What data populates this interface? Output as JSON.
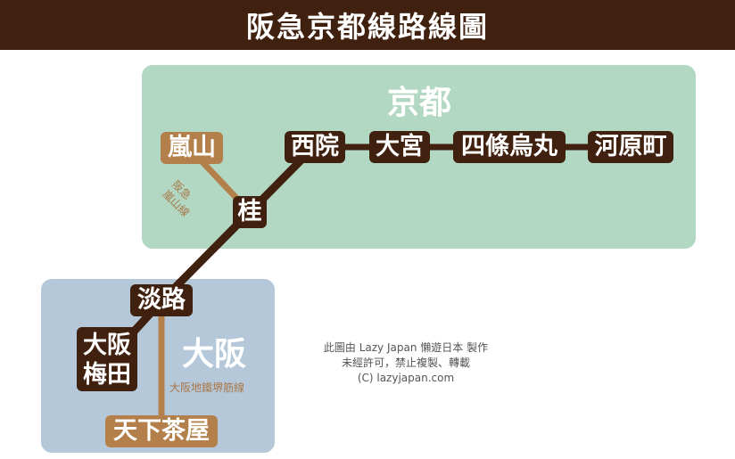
{
  "header": {
    "title": "阪急京都線路線圖"
  },
  "regions": {
    "kyoto": "京都",
    "osaka": "大阪"
  },
  "stations": {
    "arashiyama": "嵐山",
    "saiin": "西院",
    "omiya": "大宮",
    "shijo_karasuma": "四條烏丸",
    "kawaramachi": "河原町",
    "katsura": "桂",
    "awaji": "淡路",
    "umeda_line1": "大阪",
    "umeda_line2": "梅田",
    "tenjinbashisuji": "天下茶屋"
  },
  "line_labels": {
    "arashiyama_line_1": "阪急",
    "arashiyama_line_2": "嵐山線",
    "sakaisuji_line": "大阪地鐵堺筋線"
  },
  "credits": {
    "line1": "此圖由 Lazy Japan 懶遊日本 製作",
    "line2": "未經許可，禁止複製、轉載",
    "line3": "(C) lazyjapan.com"
  },
  "colors": {
    "main_line": "#40200e",
    "branch_line": "#b37f4a",
    "kyoto_region": "#b2d8c3",
    "osaka_region": "#b5c8d9"
  }
}
